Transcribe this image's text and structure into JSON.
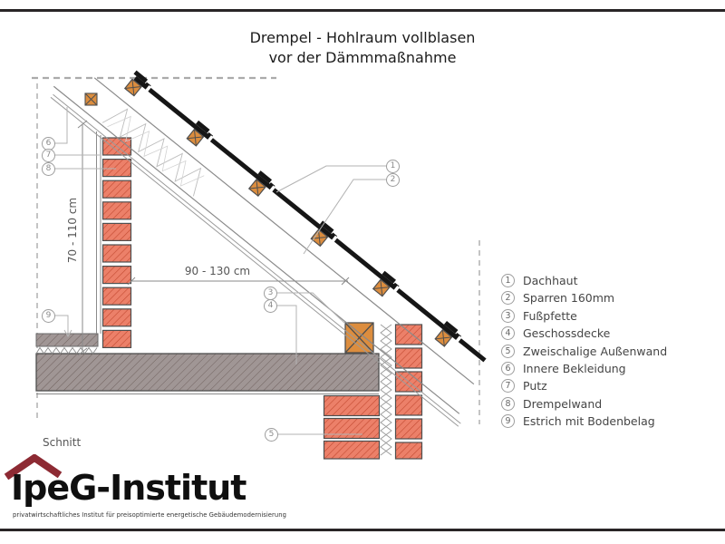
{
  "title": {
    "line1": "Drempel - Hohlraum vollblasen",
    "line2": "vor der Dämmmaßnahme"
  },
  "section_label": "Schnitt",
  "dimensions": {
    "wall_height": "70 - 110 cm",
    "knee_width": "90 - 130 cm"
  },
  "callouts": [
    "1",
    "2",
    "3",
    "4",
    "5",
    "6",
    "7",
    "8",
    "9"
  ],
  "legend": {
    "items": [
      {
        "num": "1",
        "label": "Dachhaut"
      },
      {
        "num": "2",
        "label": "Sparren 160mm"
      },
      {
        "num": "3",
        "label": "Fußpfette"
      },
      {
        "num": "4",
        "label": "Geschossdecke"
      },
      {
        "num": "5",
        "label": "Zweischalige Außenwand"
      },
      {
        "num": "6",
        "label": "Innere Bekleidung"
      },
      {
        "num": "7",
        "label": "Putz"
      },
      {
        "num": "8",
        "label": "Drempelwand"
      },
      {
        "num": "9",
        "label": "Estrich mit Bodenbelag"
      }
    ]
  },
  "logo": {
    "name": "IpeG-Institut",
    "tagline": "privatwirtschaftliches Institut für preisoptimierte energetische Gebäudemodernisierung"
  },
  "colors": {
    "brick": "#ec8069",
    "brick_hatch": "#c34a31",
    "concrete": "#a09695",
    "concrete_hatch": "#70625f",
    "wood": "#dc8d3e",
    "logo_red": "#8d2a33",
    "line_dark": "#4f4f4f",
    "line_gray": "#8a8a8a",
    "rule_dark": "#292526"
  }
}
